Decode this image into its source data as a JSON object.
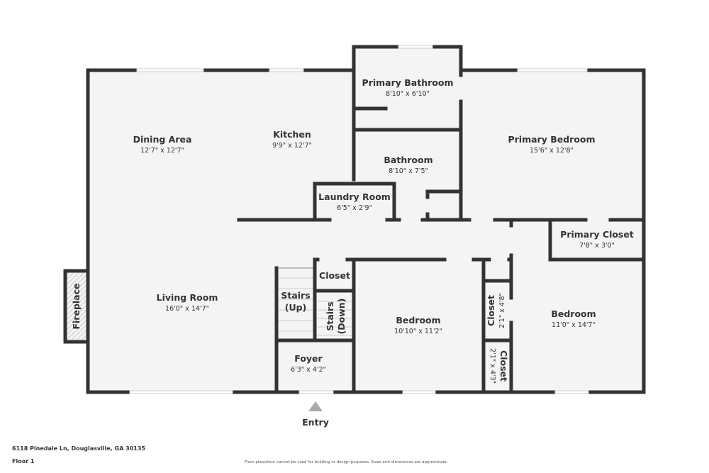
{
  "plan": {
    "rooms": [
      {
        "id": "dining",
        "name": "Dining Area",
        "size": "12'7\" x 12'7\""
      },
      {
        "id": "kitchen",
        "name": "Kitchen",
        "size": "9'9\" x 12'7\""
      },
      {
        "id": "primary_bathroom",
        "name": "Primary Bathroom",
        "size": "8'10\" x 6'10\""
      },
      {
        "id": "bathroom",
        "name": "Bathroom",
        "size": "8'10\" x 7'5\""
      },
      {
        "id": "primary_bedroom",
        "name": "Primary Bedroom",
        "size": "15'6\" x 12'8\""
      },
      {
        "id": "laundry",
        "name": "Laundry Room",
        "size": "6'5\" x 2'9\""
      },
      {
        "id": "primary_closet",
        "name": "Primary Closet",
        "size": "7'8\" x 3'0\""
      },
      {
        "id": "living",
        "name": "Living Room",
        "size": "16'0\" x 14'7\""
      },
      {
        "id": "bedroom_mid",
        "name": "Bedroom",
        "size": "10'10\" x 11'2\""
      },
      {
        "id": "bedroom_right",
        "name": "Bedroom",
        "size": "11'0\" x 14'7\""
      },
      {
        "id": "foyer",
        "name": "Foyer",
        "size": "6'3\" x 4'2\""
      },
      {
        "id": "closet_stairs",
        "name": "Closet",
        "size": ""
      },
      {
        "id": "closet_upper",
        "name": "Closet",
        "size": "2'1\" x 4'8\""
      },
      {
        "id": "closet_lower",
        "name": "Closet",
        "size": "2'1\" x 4'3\""
      }
    ],
    "stairs_up": {
      "line1": "Stairs",
      "line2": "(Up)"
    },
    "stairs_down": {
      "line1": "Stairs",
      "line2": "(Down)"
    },
    "fireplace": "Fireplace",
    "entry": "Entry",
    "colors": {
      "wall": "#333333",
      "floor": "#f4f4f4",
      "window": "#ffffff",
      "entry_arrow": "#aaaaaa"
    }
  },
  "footer": {
    "address": "6118 Pinedale Ln, Douglasville, GA 30135",
    "floor": "Floor 1",
    "disclaimer": "Floor plans/tour cannot be used for building or design purposes. Sizes and dimensions are approximate."
  }
}
